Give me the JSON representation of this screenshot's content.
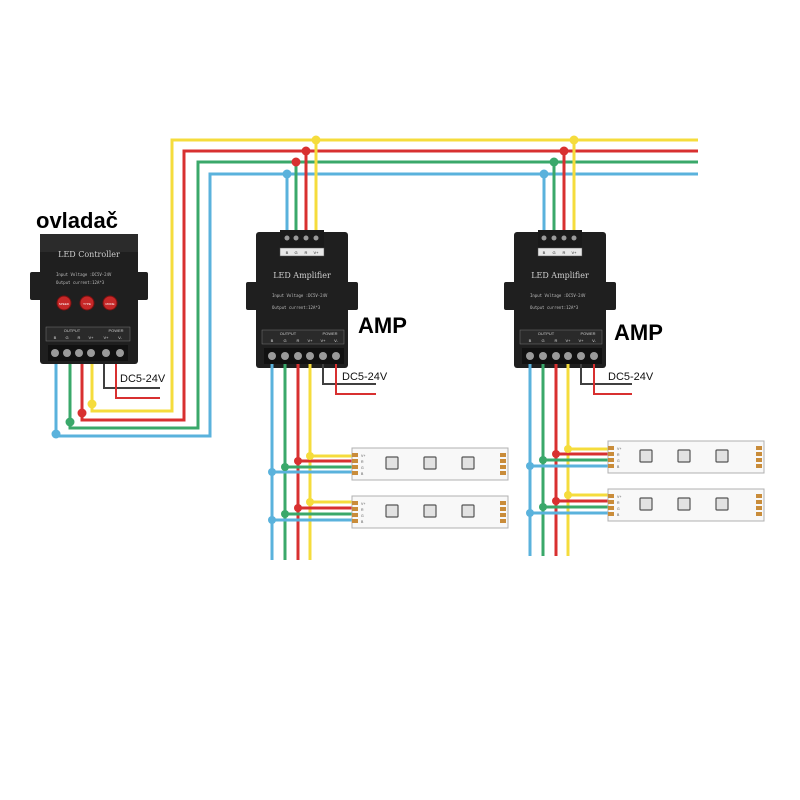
{
  "labels": {
    "controller_caption": "ovladač",
    "amp1_caption": "AMP",
    "amp2_caption": "AMP",
    "power_label": "DC5-24V"
  },
  "controller": {
    "title": "LED Controller",
    "spec1": "Input Voltage :DC5V-24V",
    "spec2": "Output current:12A*3",
    "buttons": [
      "SPEED",
      "TYPE",
      "MODE"
    ],
    "output_group": "OUTPUT",
    "power_group": "POWER",
    "terminals": [
      "B",
      "G",
      "R",
      "V+",
      "V+",
      "V-"
    ]
  },
  "amplifier": {
    "title": "LED Amplifier",
    "spec1": "Input Voltage :DC5V-24V",
    "spec2": "Output current:12A*3",
    "input_terminals": [
      "B",
      "G",
      "R",
      "V+"
    ],
    "output_group": "OUTPUT",
    "power_group": "POWER",
    "terminals": [
      "B",
      "G",
      "R",
      "V+",
      "V+",
      "V-"
    ]
  },
  "strip": {
    "pad_labels": [
      "V+",
      "R",
      "G",
      "B"
    ]
  },
  "colors": {
    "yellow": "#f5dc3c",
    "red": "#d83030",
    "green": "#3aa86a",
    "blue": "#5ab2dc",
    "dark_wire": "#404040",
    "device_body": "#1f1f1f"
  }
}
